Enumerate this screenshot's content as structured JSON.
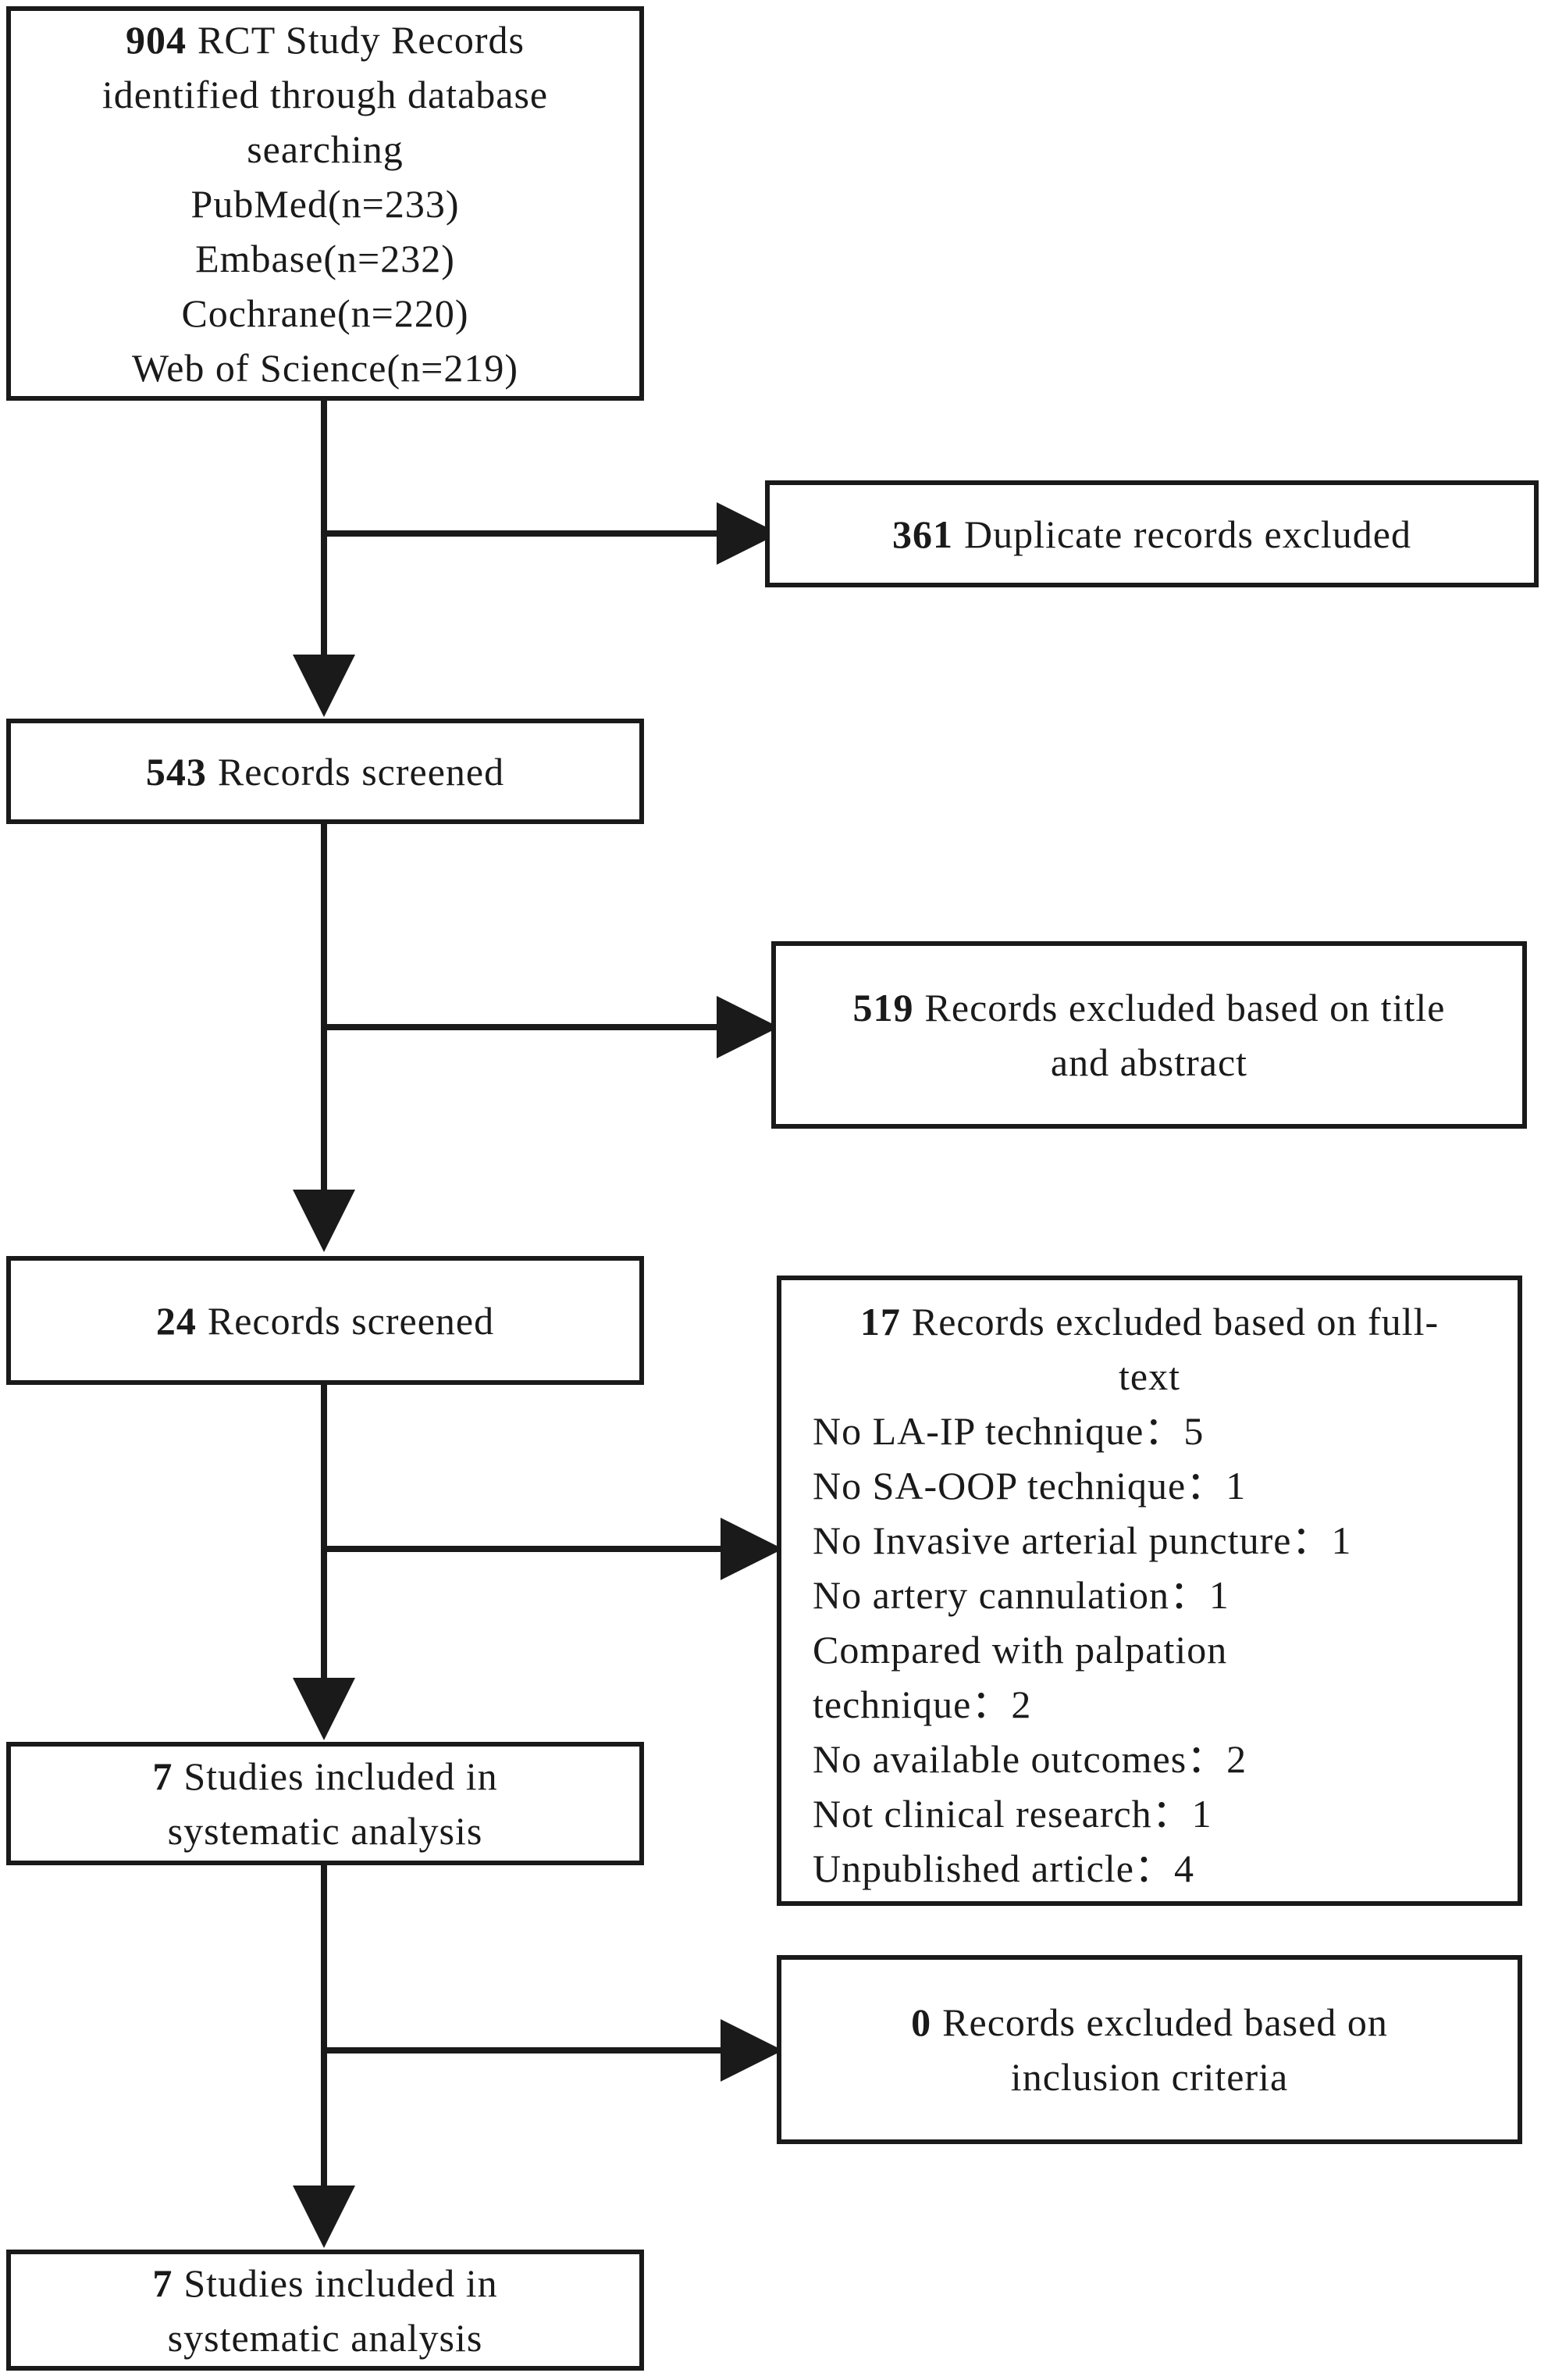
{
  "boxes": {
    "identified": {
      "count": "904",
      "lines": [
        "RCT Study Records",
        "identified through database",
        "searching",
        "PubMed(n=233)",
        "Embase(n=232)",
        "Cochrane(n=220)",
        "Web of Science(n=219)"
      ]
    },
    "duplicates": {
      "count": "361",
      "text": "Duplicate records excluded"
    },
    "screened_1": {
      "count": "543",
      "text": "Records screened"
    },
    "excluded_title": {
      "count": "519",
      "lines": [
        "Records excluded based on title",
        "and abstract"
      ]
    },
    "screened_2": {
      "count": "24",
      "text": "Records screened"
    },
    "excluded_fulltext": {
      "count": "17",
      "header_lines": [
        "Records excluded based on full-",
        "text"
      ],
      "reasons": [
        "No LA-IP technique：5",
        "No SA-OOP technique：1",
        "No Invasive arterial puncture：1",
        "No artery cannulation：1",
        "Compared with palpation",
        "technique：2",
        "No available outcomes：2",
        "Not clinical research：1",
        "Unpublished article：4"
      ]
    },
    "included_1": {
      "count": "7",
      "lines": [
        "Studies included in",
        "systematic analysis"
      ]
    },
    "excluded_inclusion": {
      "count": "0",
      "lines": [
        "Records excluded based on",
        "inclusion criteria"
      ]
    },
    "included_2": {
      "count": "7",
      "lines": [
        "Studies included in",
        "systematic analysis"
      ]
    }
  }
}
